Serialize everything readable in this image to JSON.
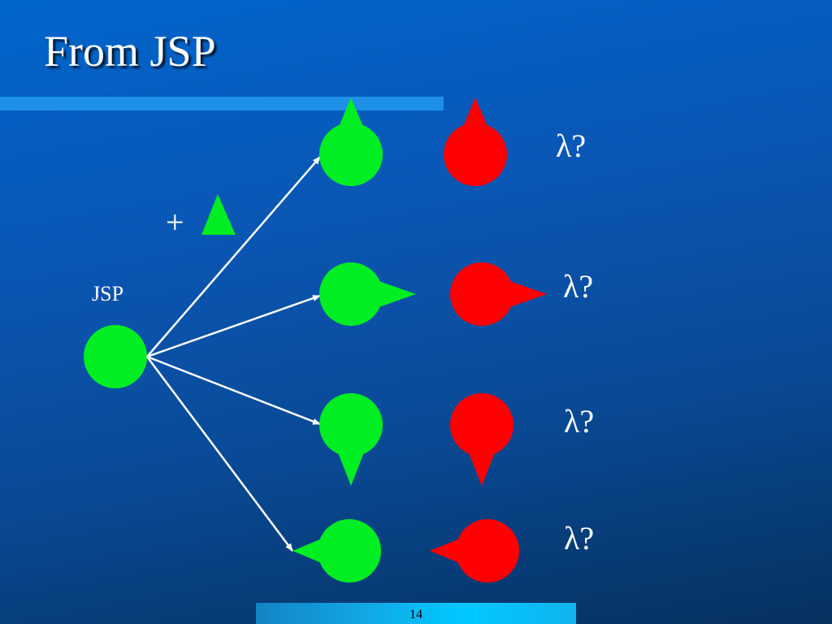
{
  "slide": {
    "title": "From JSP",
    "page_number": "14"
  },
  "diagram": {
    "source_label": "JSP",
    "plus_label": "+",
    "question_labels": [
      "λ?",
      "λ?",
      "λ?",
      "λ?"
    ],
    "colors": {
      "green": "#00ee22",
      "red": "#ff0000",
      "arrow": "#ffffff",
      "text_white": "#ffffff",
      "text_black": "#000000"
    }
  }
}
